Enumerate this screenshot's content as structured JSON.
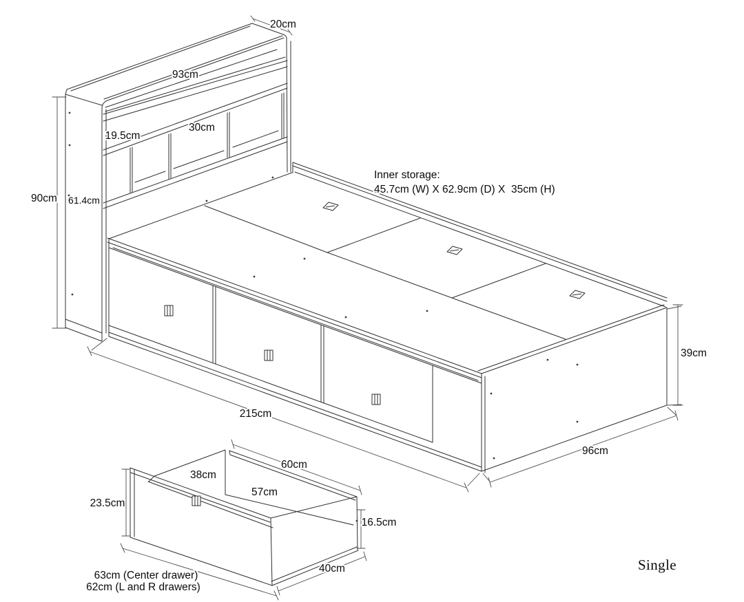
{
  "diagram_title": "Single",
  "colors": {
    "line": "#2f2f2f",
    "dimension_line": "#4a4a4a",
    "background": "#ffffff"
  },
  "inner_storage": {
    "line1": "Inner storage:",
    "line2": "45.7cm (W) X 62.9cm (D) X  35cm (H)"
  },
  "headboard": {
    "top_depth": "20cm",
    "shelf_width": "93cm",
    "cubby_height": "19.5cm",
    "cubby_width": "30cm",
    "total_height": "90cm",
    "side_panel_height": "61.4cm"
  },
  "base": {
    "length": "215cm",
    "width": "96cm",
    "height": "39cm"
  },
  "drawer": {
    "top_width": "60cm",
    "inner_front_width": "38cm",
    "inner_width": "57cm",
    "front_height": "23.5cm",
    "back_height": "16.5cm",
    "bottom_depth": "40cm",
    "caption1": "63cm (Center drawer)",
    "caption2": "62cm (L and R drawers)"
  }
}
